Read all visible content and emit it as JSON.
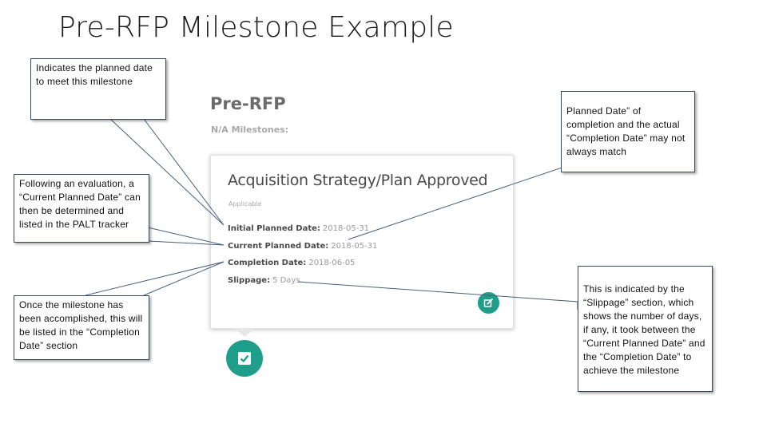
{
  "slide": {
    "title": "Pre-RFP Milestone Example"
  },
  "ui": {
    "phase_title": "Pre-RFP",
    "na_milestones": "N/A Milestones:",
    "card": {
      "title": "Acquisition Strategy/Plan Approved",
      "status": "Applicable",
      "fields": [
        {
          "label": "Initial Planned Date:",
          "value": "2018-05-31"
        },
        {
          "label": "Current Planned Date:",
          "value": "2018-05-31"
        },
        {
          "label": "Completion Date:",
          "value": "2018-06-05"
        },
        {
          "label": "Slippage:",
          "value": "5 Days"
        }
      ],
      "edit_icon": "edit-icon",
      "check_icon": "check-icon",
      "accent_color": "#1f9e8c"
    }
  },
  "callouts": {
    "planned_date": "Indicates the planned date to meet this milestone",
    "current_planned": "Following an evaluation, a “Current Planned Date” can then be determined and listed in the PALT tracker",
    "completion": "Once the milestone has been accomplished, this will be listed in the “Completion Date” section",
    "match": "Planned Date” of completion and the actual “Completion Date” may not always match",
    "slippage": "This is indicated by the “Slippage” section, which shows the number of days, if any, it took between the “Current Planned Date” and the “Completion Date” to achieve the milestone"
  }
}
